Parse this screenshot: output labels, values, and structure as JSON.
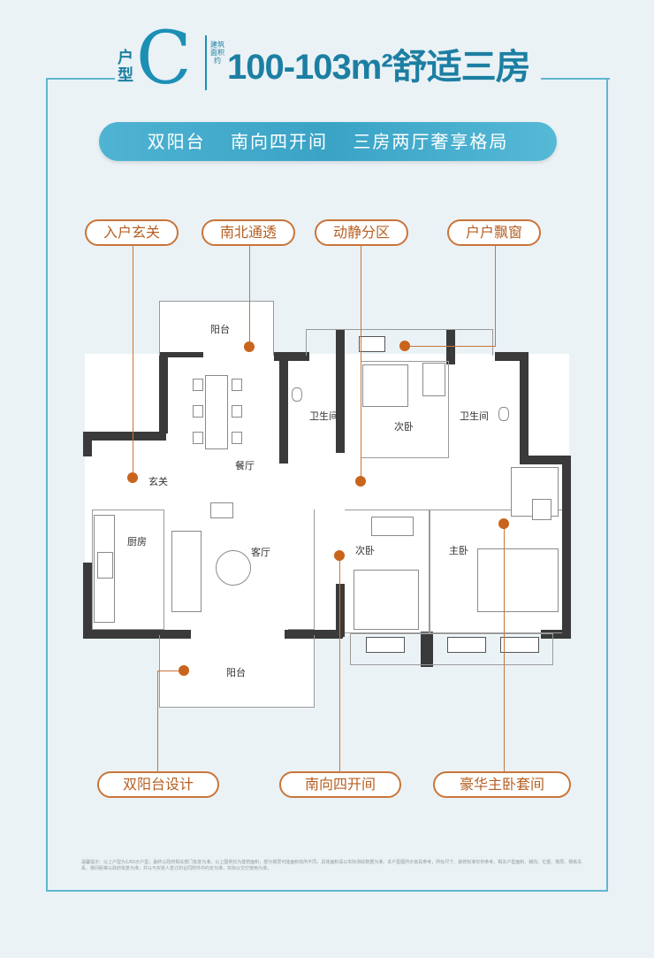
{
  "header": {
    "type_prefix": "户型",
    "type_letter": "C",
    "area_label": "建筑面积约",
    "title": "100-103m²舒适三房"
  },
  "banner": {
    "items": [
      "双阳台",
      "南向四开间",
      "三房两厅奢享格局"
    ]
  },
  "tags_top": [
    "入户玄关",
    "南北通透",
    "动静分区",
    "户户飘窗"
  ],
  "tags_bottom": [
    "双阳台设计",
    "南向四开间",
    "豪华主卧套间"
  ],
  "rooms": {
    "balcony_north": "阳台",
    "bath1": "卫生间",
    "bed2": "次卧",
    "bath2": "卫生间",
    "dining": "餐厅",
    "entry": "玄关",
    "kitchen": "厨房",
    "living": "客厅",
    "bed3": "次卧",
    "master": "主卧",
    "balcony_south": "阳台"
  },
  "disclaimer": "温馨提示：以上户型为1/60示户型，最终以政府相关部门批复为准。以上图例仅为建筑面积，部分楼层可能面积有所不同，具体面积请以实际测绘数据为准。本户型图所示家具参考，所标尺寸、装修标准仅供参考，相关户型面积、朝向、位置、楼层、楼栋关系、楼间距等以政府批复为准，并以与买受人签订的合同附件中约定为准，实际以交付使用为准。"
}
